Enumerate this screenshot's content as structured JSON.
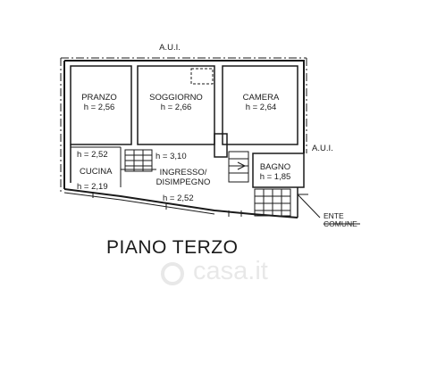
{
  "labels": {
    "aui_top": "A.U.I.",
    "aui_right": "A.U.I.",
    "title": "PIANO TERZO",
    "ente_line1": "ENTE",
    "ente_line2": "COMUNE"
  },
  "rooms": {
    "pranzo": {
      "name": "PRANZO",
      "height": "h = 2,56"
    },
    "soggiorno": {
      "name": "SOGGIORNO",
      "height": "h = 2,66"
    },
    "camera": {
      "name": "CAMERA",
      "height": "h = 2,64"
    },
    "bagno": {
      "name": "BAGNO",
      "height": "h = 1,85"
    },
    "cucina": {
      "name": "CUCINA",
      "height": "h = 2,52"
    },
    "ingresso": {
      "name_line1": "INGRESSO/",
      "name_line2": "DISIMPEGNO",
      "height": "h = 3,10"
    }
  },
  "extra_heights": {
    "h_219": "h = 2,19",
    "h_252": "h = 2,52"
  },
  "watermark": {
    "text": "casa.it"
  },
  "colors": {
    "line": "#1a1a1a",
    "watermark": "#9a9a9a"
  }
}
